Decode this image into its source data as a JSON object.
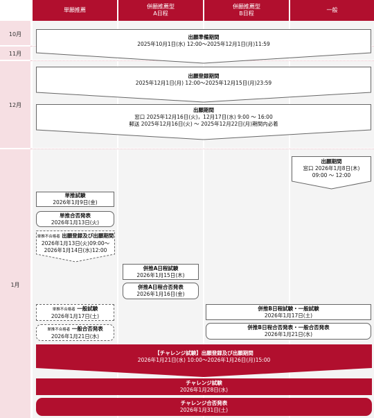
{
  "header": {
    "col1": "単願推薦",
    "col2_line1": "併願推薦型",
    "col2_line2": "A日程",
    "col3_line1": "併願推薦型",
    "col3_line2": "B日程",
    "col4": "一般"
  },
  "months": {
    "oct": "10月",
    "nov": "11月",
    "dec": "12月",
    "jan": "1月"
  },
  "prep": {
    "title": "出願準備期間",
    "dates": "2025年10月1日(水) 12:00〜2025年12月1日(月)11:59"
  },
  "register": {
    "title": "出願登録期間",
    "dates": "2025年12月1日(月) 12:00〜2025年12月15日(月)23:59"
  },
  "apply": {
    "title": "出願期間",
    "line1": "窓口 2025年12月16日(火)，12月17日(水) 9:00 ～ 16:00",
    "line2": "郵送 2025年12月16日(火) ～ 2025年12月22日(月)期間内必着"
  },
  "general_apply": {
    "title": "出願期間",
    "line1": "窓口 2026年1月8日(木)",
    "line2": "09:00 ～ 12:00"
  },
  "tan": {
    "exam_title": "単推試験",
    "exam_date": "2026年1月9日(金)",
    "result_title": "単推合否発表",
    "result_date": "2026年1月13日(火)",
    "fail_prefix": "単推不合格者",
    "fail_title": "出願登録及び出願期間",
    "fail_line1": "2026年1月13日(火)09:00〜",
    "fail_line2": "2026年1月14日(水)12:00",
    "gen_prefix": "単推不合格者",
    "gen_exam_title": "一般試験",
    "gen_exam_date": "2026年1月17日(土)",
    "gen_res_prefix": "単推不合格者",
    "gen_res_title": "一般合否発表",
    "gen_res_date": "2026年1月21日(水)"
  },
  "a": {
    "exam_title": "併推A日程試験",
    "exam_date": "2026年1月15日(木)",
    "result_title": "併推A日程合否発表",
    "result_date": "2026年1月16日(金)"
  },
  "b": {
    "exam_title": "併推B日程試験・一般試験",
    "exam_date": "2026年1月17日(土)",
    "result_title": "併推B日程合否発表・一般合否発表",
    "result_date": "2026年1月21日(水)"
  },
  "challenge": {
    "reg_title": "【チャレンジ試験】出願登録及び出願期間",
    "reg_dates": "2026年1月21日(水) 10:00〜2026年1月26日(月)15:00",
    "exam_title": "チャレンジ試験",
    "exam_date": "2026年1月28日(水)",
    "result_title": "チャレンジ合否発表",
    "result_date": "2026年1月31日(土)"
  },
  "colors": {
    "accent": "#b10f2e",
    "month_bg": "#f6dfe3",
    "column_bg": "#f4f4f4"
  }
}
